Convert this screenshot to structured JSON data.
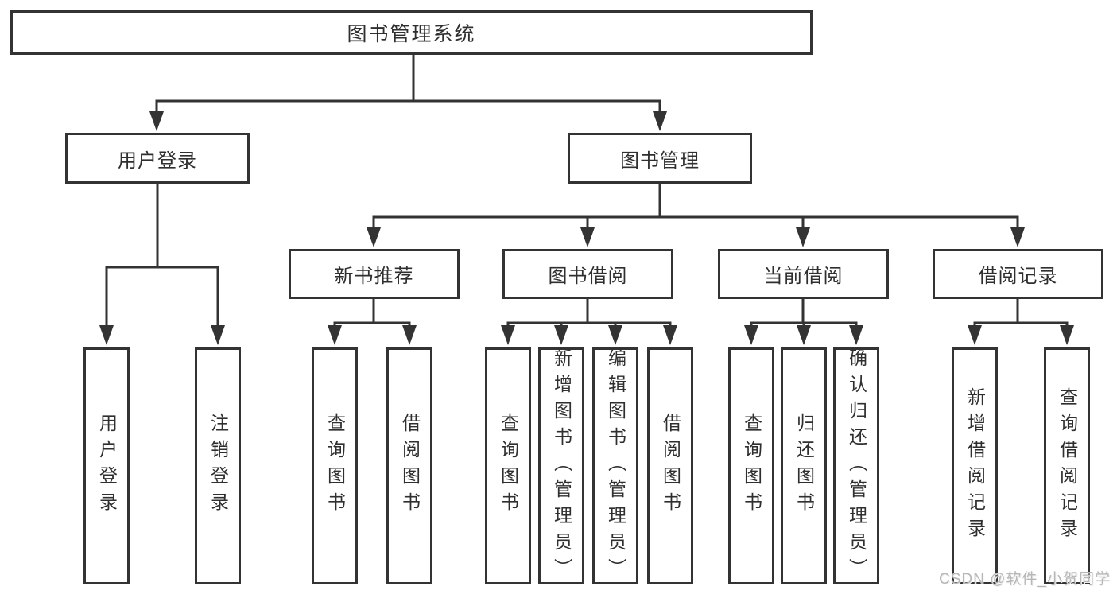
{
  "tree": {
    "root": {
      "label": "图书管理系统",
      "children": [
        {
          "label": "用户登录",
          "children": [
            {
              "label": "用户登录"
            },
            {
              "label": "注销登录"
            }
          ]
        },
        {
          "label": "图书管理",
          "children": [
            {
              "label": "新书推荐",
              "children": [
                {
                  "label": "查询图书"
                },
                {
                  "label": "借阅图书"
                }
              ]
            },
            {
              "label": "图书借阅",
              "children": [
                {
                  "label": "查询图书"
                },
                {
                  "label": "新增图书（管理员）"
                },
                {
                  "label": "编辑图书（管理员）"
                },
                {
                  "label": "借阅图书"
                }
              ]
            },
            {
              "label": "当前借阅",
              "children": [
                {
                  "label": "查询图书"
                },
                {
                  "label": "归还图书"
                },
                {
                  "label": "确认归还（管理员）"
                }
              ]
            },
            {
              "label": "借阅记录",
              "children": [
                {
                  "label": "新增借阅记录"
                },
                {
                  "label": "查询借阅记录"
                }
              ]
            }
          ]
        }
      ]
    }
  },
  "watermark": {
    "text": "CSDN @软件_小贺同学"
  },
  "colors": {
    "line": "#333333",
    "text": "#2f2f2f",
    "watermark": "#b7b7b7",
    "background": "#ffffff"
  }
}
